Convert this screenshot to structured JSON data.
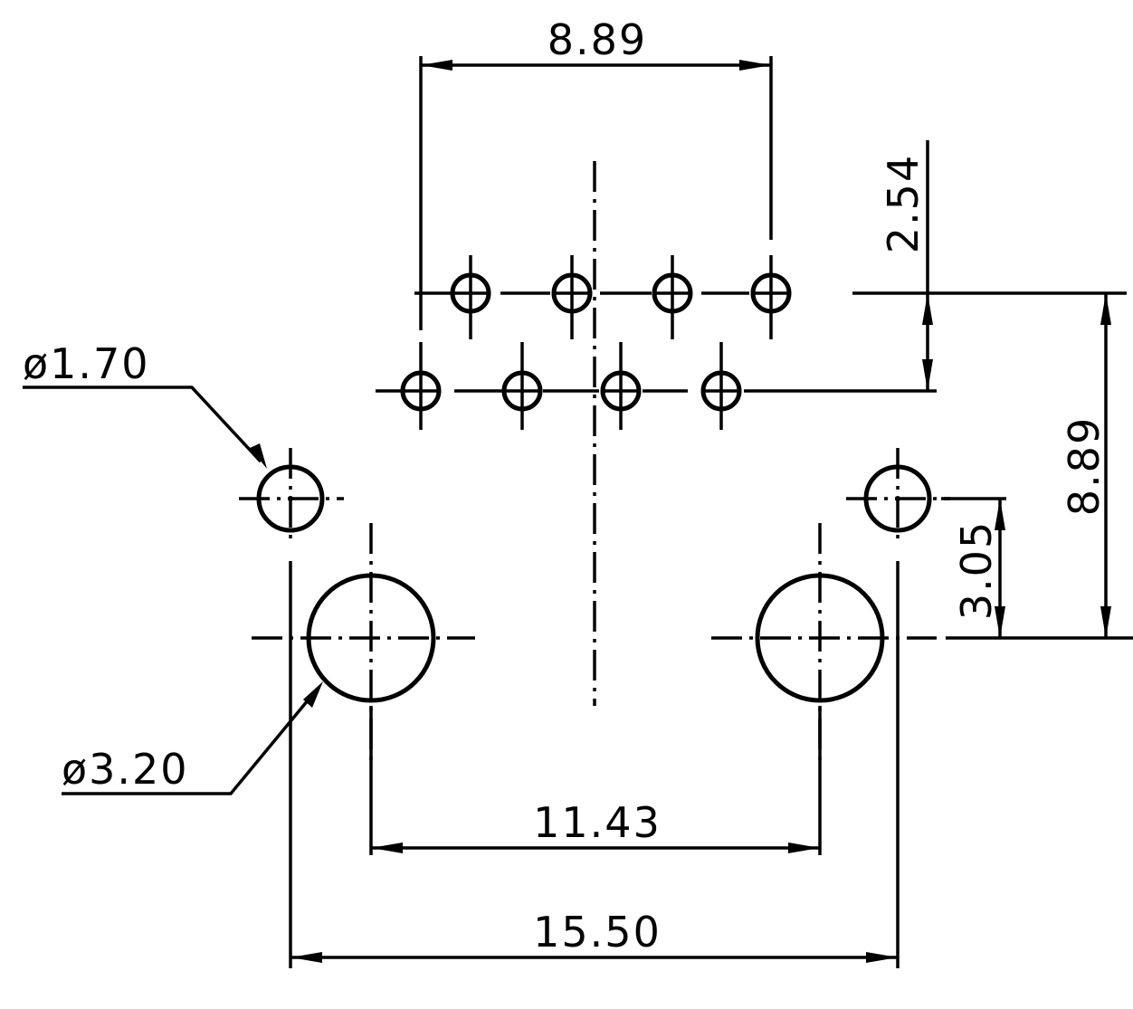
{
  "drawing": {
    "dimensions": {
      "pin_pitch_width": "8.89",
      "row_spacing": "2.54",
      "row_to_mount_height": "8.89",
      "locator_offset": "3.05",
      "mount_hole_spacing": "11.43",
      "locator_spacing": "15.50"
    },
    "diameters": {
      "locator_hole": "ø1.70",
      "mount_hole": "ø3.20"
    },
    "colors": {
      "line": "#000000",
      "background": "#ffffff"
    }
  }
}
